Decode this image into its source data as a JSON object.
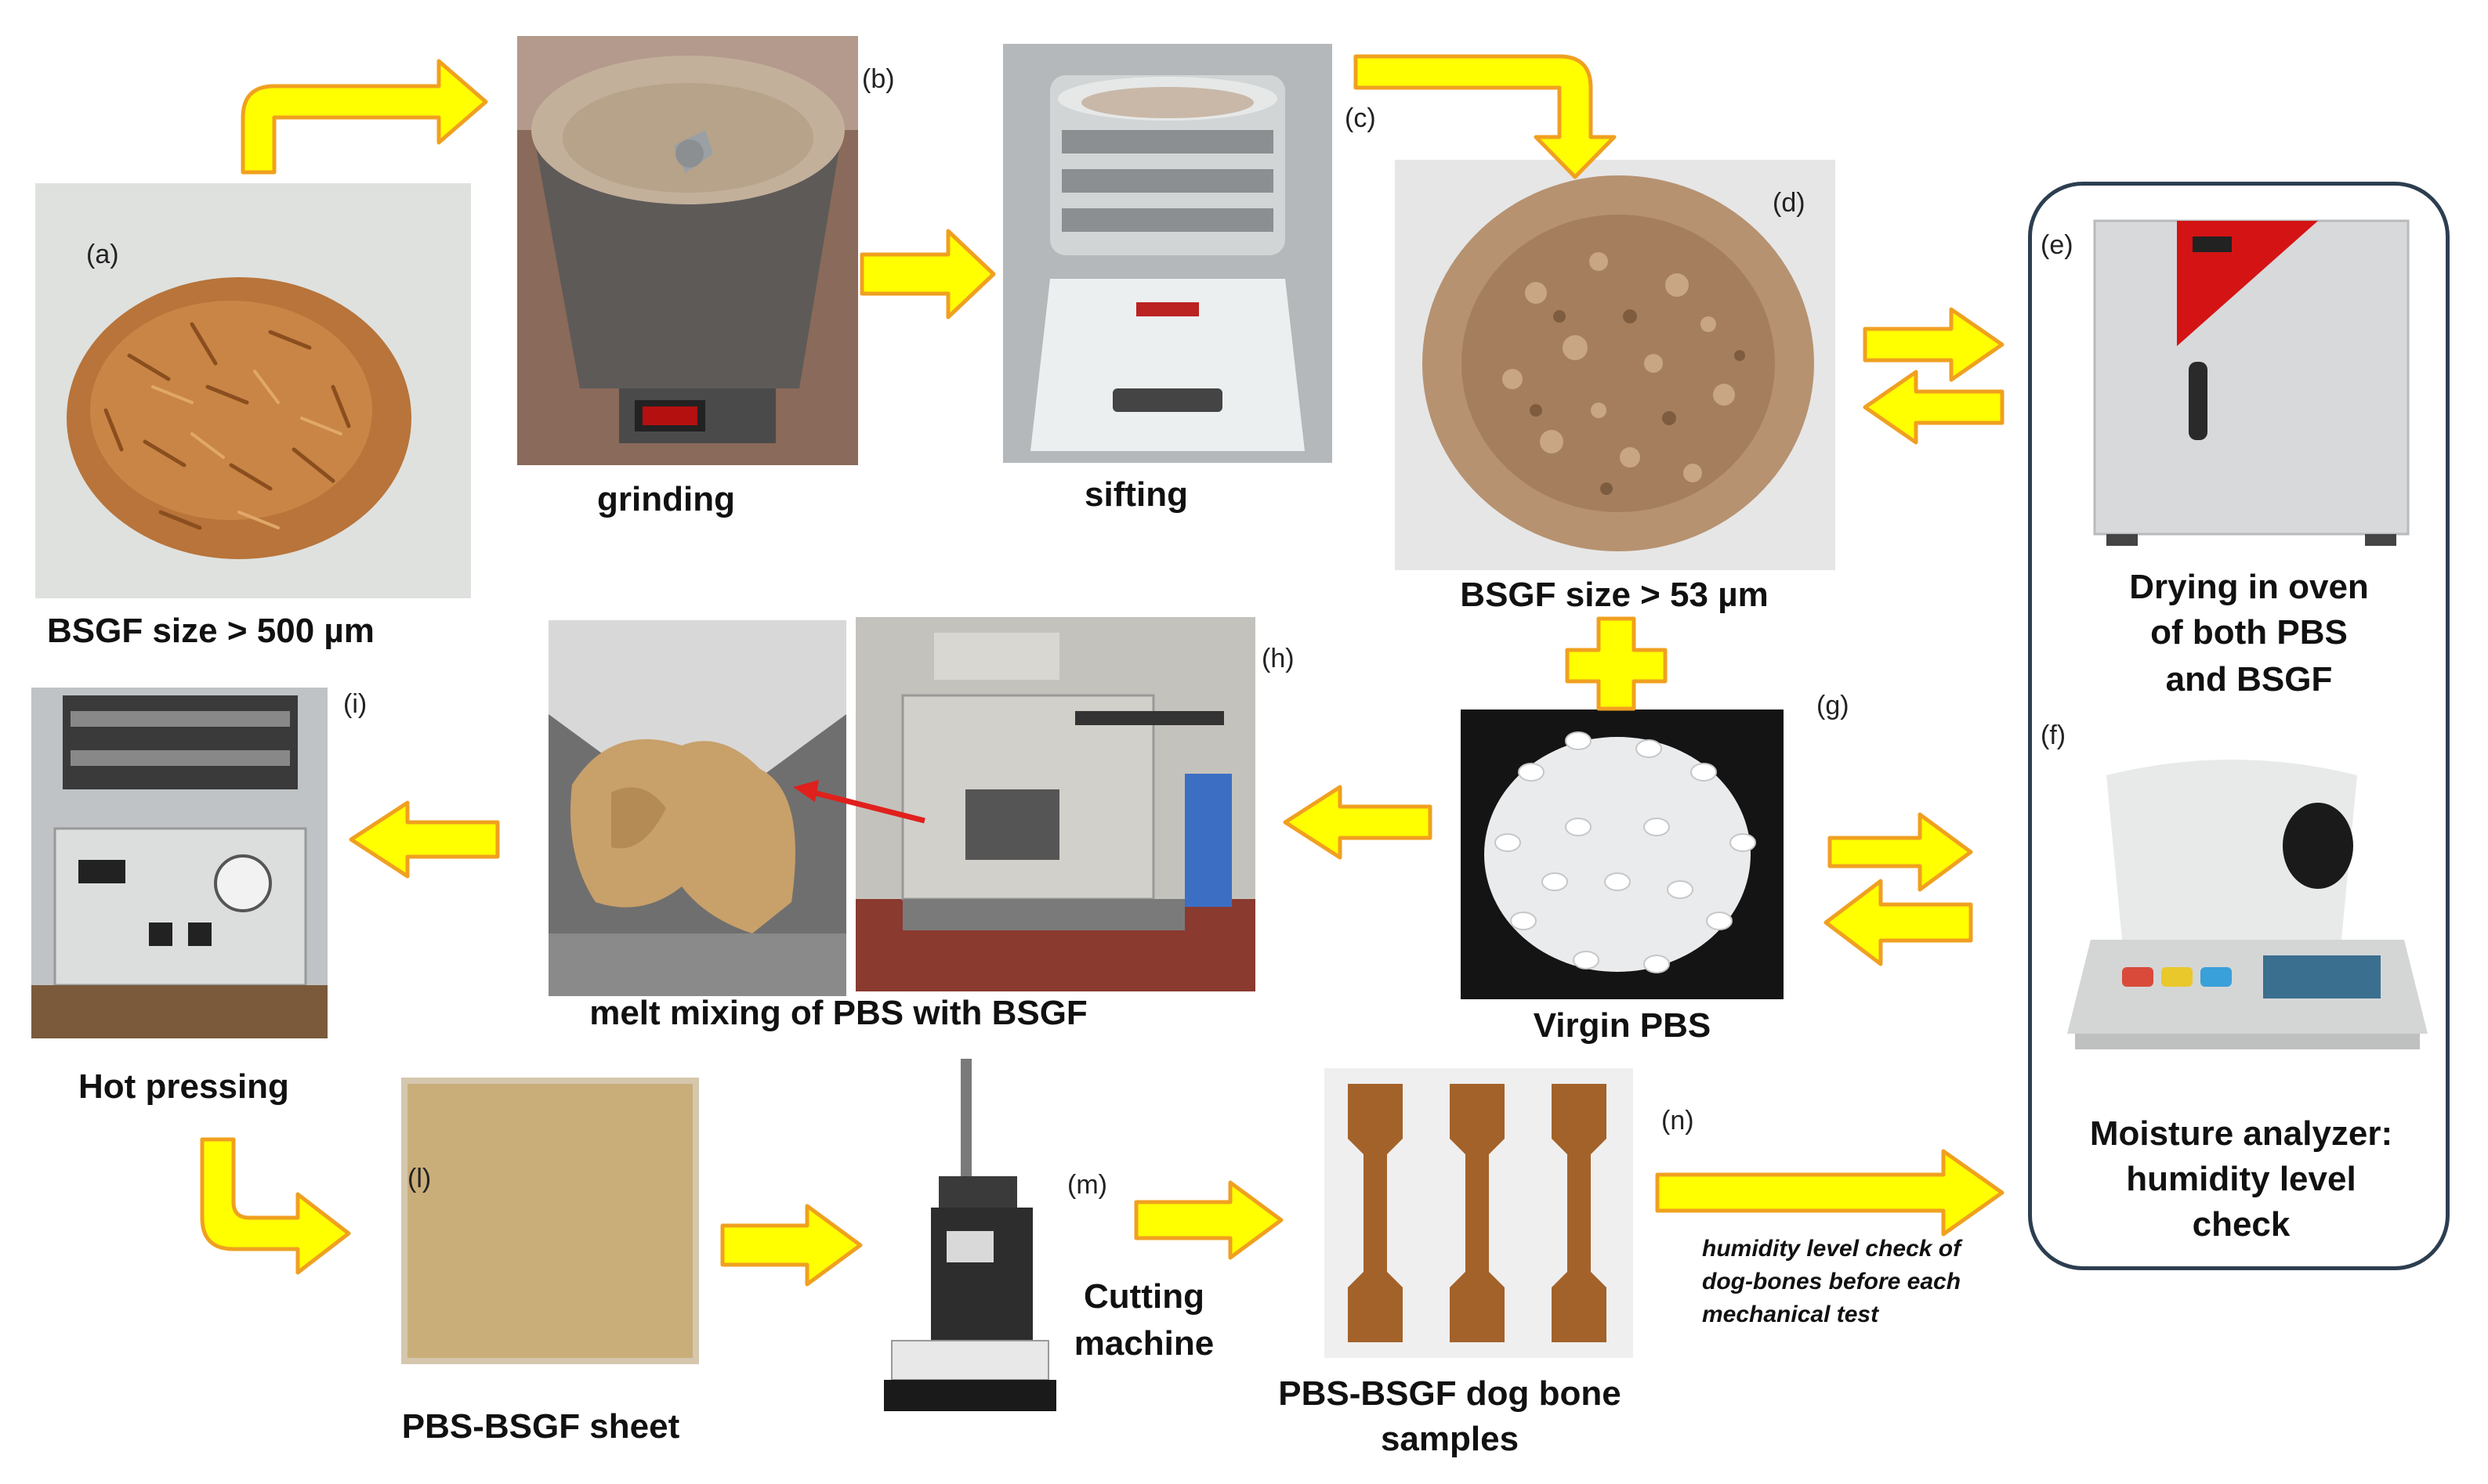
{
  "panels": {
    "a": {
      "letter": "(a)",
      "caption": "BSGF size > 500 µm"
    },
    "b": {
      "letter": "(b)",
      "caption": "grinding"
    },
    "c": {
      "letter": "(c)",
      "caption": "sifting"
    },
    "d": {
      "letter": "(d)",
      "caption": "BSGF size > 53 µm"
    },
    "e": {
      "letter": "(e)",
      "caption_lines": [
        "Drying in oven",
        "of both PBS",
        "and BSGF"
      ]
    },
    "f": {
      "letter": "(f)",
      "caption_lines": [
        "Moisture analyzer:",
        "humidity level",
        "check"
      ]
    },
    "g": {
      "letter": "(g)",
      "caption": "Virgin  PBS"
    },
    "h": {
      "letter": "(h)",
      "caption": "melt mixing of PBS with BSGF"
    },
    "i": {
      "letter": "(i)",
      "caption": "Hot pressing"
    },
    "l": {
      "letter": "(l)",
      "caption": "PBS-BSGF sheet"
    },
    "m": {
      "letter": "(m)",
      "caption_lines": [
        "Cutting",
        "machine"
      ]
    },
    "n": {
      "letter": "(n)",
      "caption_lines": [
        "PBS-BSGF dog bone",
        "samples"
      ],
      "note_lines": [
        "humidity level check of",
        "dog-bones before each",
        "mechanical test"
      ]
    }
  },
  "colors": {
    "arrow_fill": "#ffff00",
    "arrow_stroke": "#f0a020",
    "panel_border": "#2c3e50",
    "pointer": "#e0201c"
  },
  "icons": [
    "rice-husk-fiber-photo",
    "grinder-photo",
    "sieve-shaker-photo",
    "fiber-powder-photo",
    "drying-oven-photo",
    "moisture-analyzer-photo",
    "pbs-pellets-photo",
    "melt-mixer-photo",
    "hot-press-photo",
    "composite-sheet-photo",
    "cutting-press-photo",
    "dog-bone-samples-photo"
  ]
}
